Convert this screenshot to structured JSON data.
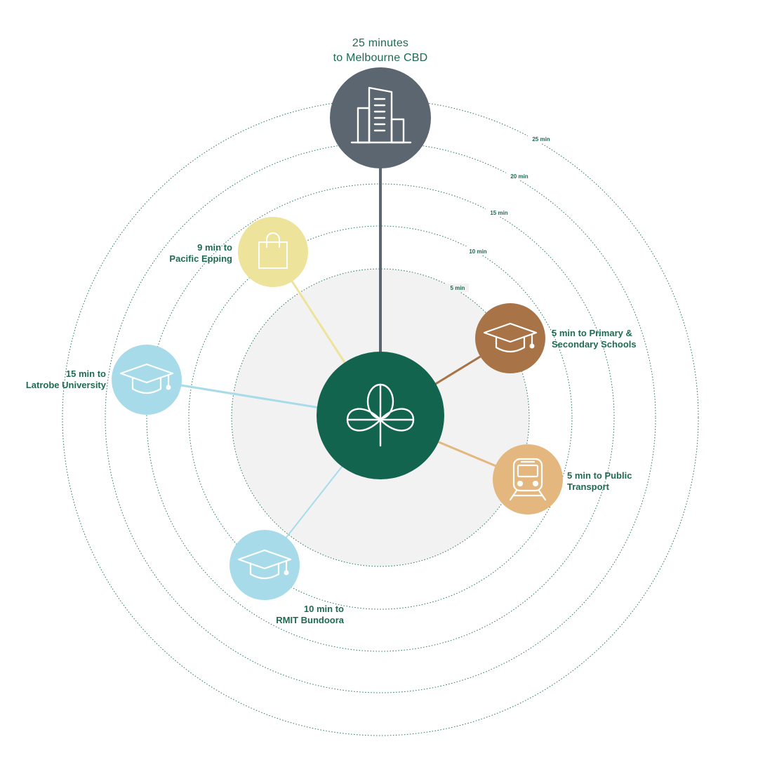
{
  "colors": {
    "hub": "#12644f",
    "cbd": "#5b6670",
    "shopping": "#ede39b",
    "university": "#a8dbea",
    "schools": "#a87447",
    "transport": "#e3b77e",
    "label": "#1e6b50",
    "ring": "#2f7d5e"
  },
  "rings": [
    {
      "label": "5 min"
    },
    {
      "label": "10 min"
    },
    {
      "label": "15 min"
    },
    {
      "label": "20 min"
    },
    {
      "label": "25 min"
    }
  ],
  "center": {
    "icon": "clover-logo-icon"
  },
  "destinations": {
    "cbd": {
      "line1": "25 minutes",
      "line2": "to Melbourne CBD",
      "icon": "building-icon"
    },
    "pacific_epping": {
      "line1": "9 min to",
      "line2": "Pacific Epping",
      "icon": "shopping-bag-icon"
    },
    "latrobe": {
      "line1": "15 min to",
      "line2": "Latrobe University",
      "icon": "graduation-cap-icon"
    },
    "rmit": {
      "line1": "10 min to",
      "line2": "RMIT Bundoora",
      "icon": "graduation-cap-icon"
    },
    "schools": {
      "line1": "5 min to Primary &",
      "line2": "Secondary Schools",
      "icon": "graduation-cap-icon"
    },
    "transport": {
      "line1": "5 min to Public",
      "line2": "Transport",
      "icon": "train-icon"
    }
  }
}
